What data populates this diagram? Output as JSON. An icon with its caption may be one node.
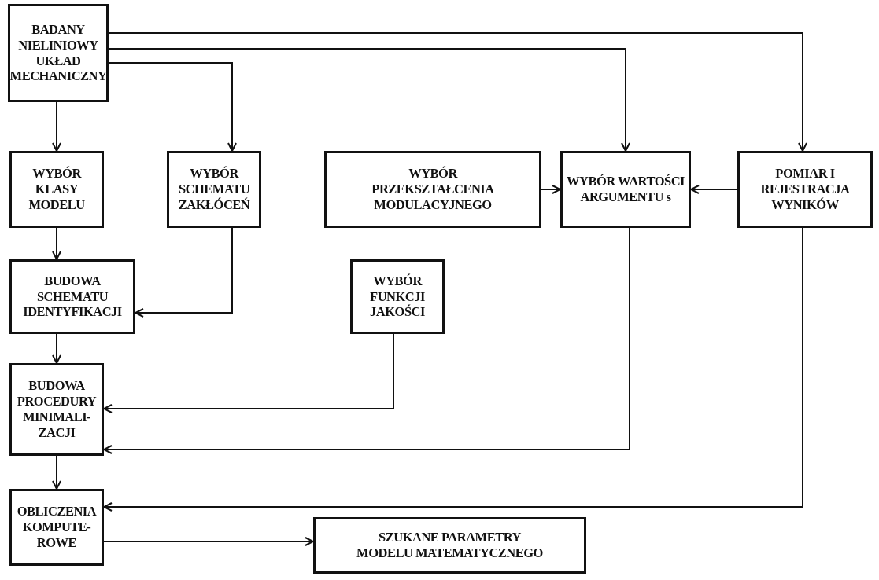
{
  "diagram": {
    "nodes": [
      {
        "text": [
          "BADANY NIELINIOWY UKŁAD MECHANICZNY"
        ]
      },
      {
        "text": [
          "WYBÓR KLASY MODELU"
        ]
      },
      {
        "text": [
          "WYBÓR SCHEMATU ZAKŁÓCEŃ"
        ]
      },
      {
        "text": [
          "WYBÓR PRZEKSZTAŁCENIA MODULACYJNEGO"
        ]
      },
      {
        "text": [
          "WYBÓR WARTOŚCI ARGUMENTU s"
        ]
      },
      {
        "text": [
          "POMIAR I REJESTRACJA WYNIKÓW"
        ]
      },
      {
        "text": [
          "BUDOWA SCHEMATU IDENTYFIKACJI"
        ]
      },
      {
        "text": [
          "WYBÓR FUNKCJI JAKOŚCI"
        ]
      },
      {
        "text": [
          "BUDOWA PROCEDURY MINIMALI- ZACJI"
        ]
      },
      {
        "text": [
          "OBLICZENIA KOMPUTE- ROWE"
        ]
      },
      {
        "text": [
          "SZUKANE PARAMETRY MODELU MATEMATYCZNEGO"
        ]
      }
    ],
    "edges": [
      {
        "from": 0,
        "to": 1,
        "arrow": "to"
      },
      {
        "from": 0,
        "to": 2,
        "arrow": "to"
      },
      {
        "from": 0,
        "to": 4,
        "arrow": "to"
      },
      {
        "from": 0,
        "to": 5,
        "arrow": "to"
      },
      {
        "from": 3,
        "to": 4,
        "arrow": "to"
      },
      {
        "from": 5,
        "to": 4,
        "arrow": "to"
      },
      {
        "from": 1,
        "to": 6,
        "arrow": "to"
      },
      {
        "from": 2,
        "to": 6,
        "arrow": "to"
      },
      {
        "from": 6,
        "to": 8,
        "arrow": "to"
      },
      {
        "from": 7,
        "to": 8,
        "arrow": "to"
      },
      {
        "from": 4,
        "to": 8,
        "arrow": "to"
      },
      {
        "from": 8,
        "to": 9,
        "arrow": "to"
      },
      {
        "from": 5,
        "to": 9,
        "arrow": "to"
      },
      {
        "from": 9,
        "to": 10,
        "arrow": "to"
      }
    ]
  }
}
